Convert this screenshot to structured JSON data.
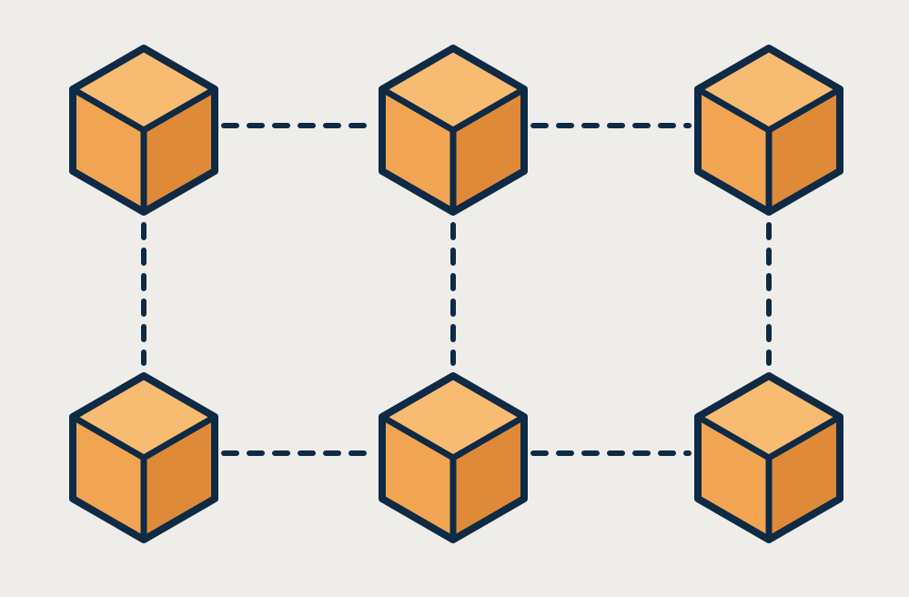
{
  "diagram": {
    "node_count": 6,
    "edge_count": 7,
    "nodes": [
      {
        "id": "cube-top-left"
      },
      {
        "id": "cube-top-middle"
      },
      {
        "id": "cube-top-right"
      },
      {
        "id": "cube-bottom-left"
      },
      {
        "id": "cube-bottom-middle"
      },
      {
        "id": "cube-bottom-right"
      }
    ],
    "edges": [
      {
        "from": "cube-top-left",
        "to": "cube-top-middle",
        "style": "dashed"
      },
      {
        "from": "cube-top-middle",
        "to": "cube-top-right",
        "style": "dashed"
      },
      {
        "from": "cube-top-left",
        "to": "cube-bottom-left",
        "style": "dashed"
      },
      {
        "from": "cube-top-middle",
        "to": "cube-bottom-middle",
        "style": "dashed"
      },
      {
        "from": "cube-top-right",
        "to": "cube-bottom-right",
        "style": "dashed"
      },
      {
        "from": "cube-bottom-left",
        "to": "cube-bottom-middle",
        "style": "dashed"
      },
      {
        "from": "cube-bottom-middle",
        "to": "cube-bottom-right",
        "style": "dashed"
      }
    ],
    "colors": {
      "background": "#efedea",
      "outline": "#0f2a44",
      "cube_top": "#f7bb72",
      "cube_left": "#f1a553",
      "cube_right": "#df8a38"
    }
  }
}
